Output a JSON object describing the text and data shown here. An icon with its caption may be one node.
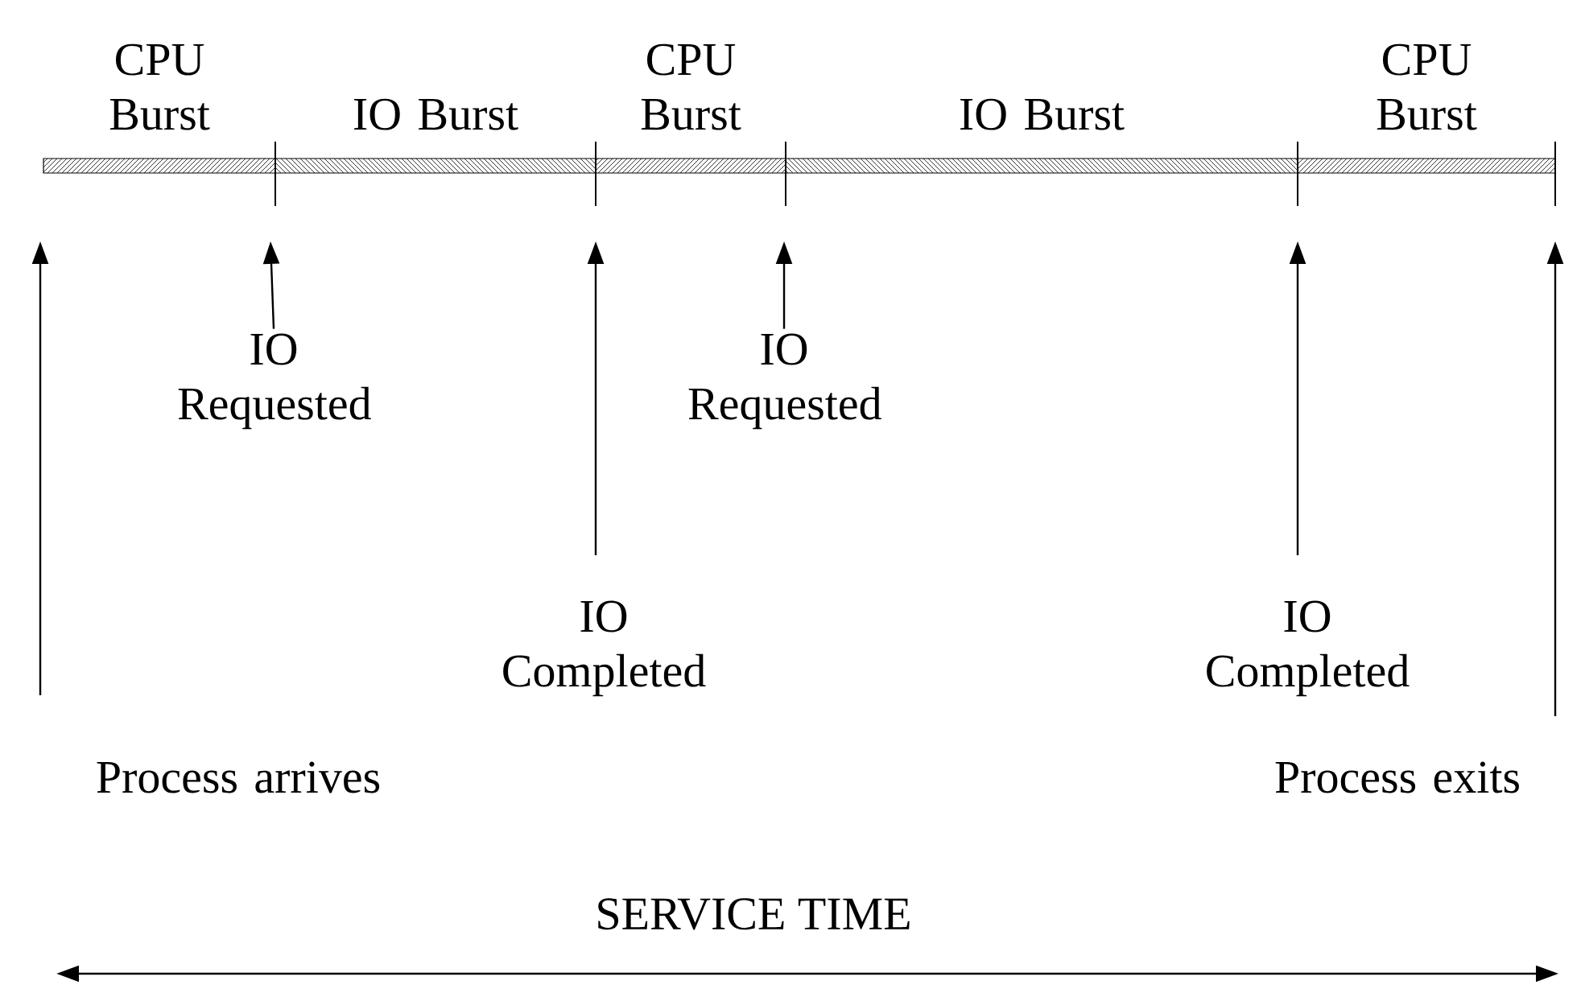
{
  "diagram": {
    "nodes": [
      {
        "text": [
          "CPU Burst"
        ]
      },
      {
        "text": [
          "IO Burst"
        ]
      },
      {
        "text": [
          "CPU Burst"
        ]
      },
      {
        "text": [
          "IO Burst"
        ]
      },
      {
        "text": [
          "CPU Burst"
        ]
      },
      {
        "text": [
          "Process arrives"
        ]
      },
      {
        "text": [
          "IO Requested"
        ]
      },
      {
        "text": [
          "IO Completed"
        ]
      },
      {
        "text": [
          "IO Requested"
        ]
      },
      {
        "text": [
          "IO Completed"
        ]
      },
      {
        "text": [
          "Process exits"
        ]
      }
    ],
    "edges": [
      {
        "from": 5,
        "to": null,
        "arrow": "to"
      },
      {
        "from": 6,
        "to": null,
        "arrow": "to"
      },
      {
        "from": 7,
        "to": null,
        "arrow": "to"
      },
      {
        "from": 8,
        "to": null,
        "arrow": "to"
      },
      {
        "from": 9,
        "to": null,
        "arrow": "to"
      },
      {
        "from": 10,
        "to": null,
        "arrow": "to"
      }
    ],
    "labels": [
      "SERVICE TIME"
    ]
  }
}
